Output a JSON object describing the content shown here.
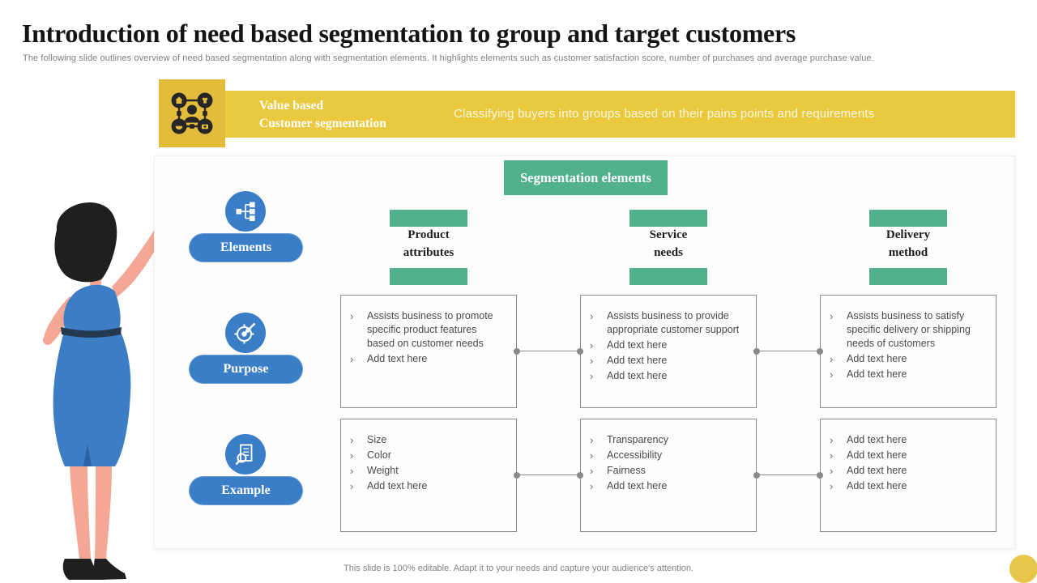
{
  "slide": {
    "title": "Introduction of need based segmentation to group and target customers",
    "subtitle": "The following slide outlines overview of need based segmentation along with segmentation elements. It highlights elements such as customer satisfaction score, number of purchases and average purchase value.",
    "footer": "This slide is 100% editable. Adapt it to your needs and capture your audience's attention."
  },
  "banner": {
    "heading_line1": "Value based",
    "heading_line2": "Customer segmentation",
    "description": "Classifying buyers into groups based on their pains points and requirements",
    "icon": "customer-network-icon"
  },
  "diagram": {
    "header": "Segmentation elements",
    "bullet_char": "›",
    "rows": [
      {
        "label": "Elements",
        "icon": "hierarchy-icon"
      },
      {
        "label": "Purpose",
        "icon": "target-arrow-icon"
      },
      {
        "label": "Example",
        "icon": "document-search-icon"
      }
    ],
    "columns": [
      {
        "header": "Product\nattributes",
        "purpose": [
          "Assists business to promote specific product features  based on customer needs",
          "Add text here"
        ],
        "example": [
          "Size",
          "Color",
          "Weight",
          "Add text here"
        ]
      },
      {
        "header": "Service\nneeds",
        "purpose": [
          "Assists business to provide appropriate customer support",
          "Add text here",
          "Add text here",
          "Add text here"
        ],
        "example": [
          "Transparency",
          "Accessibility",
          "Fairness",
          "Add text here"
        ]
      },
      {
        "header": "Delivery\nmethod",
        "purpose": [
          "Assists business to satisfy specific delivery  or shipping needs of customers",
          "Add text here",
          "Add text here"
        ],
        "example": [
          "Add text here",
          "Add text here",
          "Add text here",
          "Add text here"
        ]
      }
    ]
  },
  "colors": {
    "banner_yellow": "#EAC93F",
    "banner_icon_gold": "#E3BC3B",
    "green": "#52B18D",
    "blue": "#3B7EC8",
    "accent_circle": "#E7C74A",
    "dress_blue": "#3C7DC6",
    "skin": "#F4A795"
  }
}
